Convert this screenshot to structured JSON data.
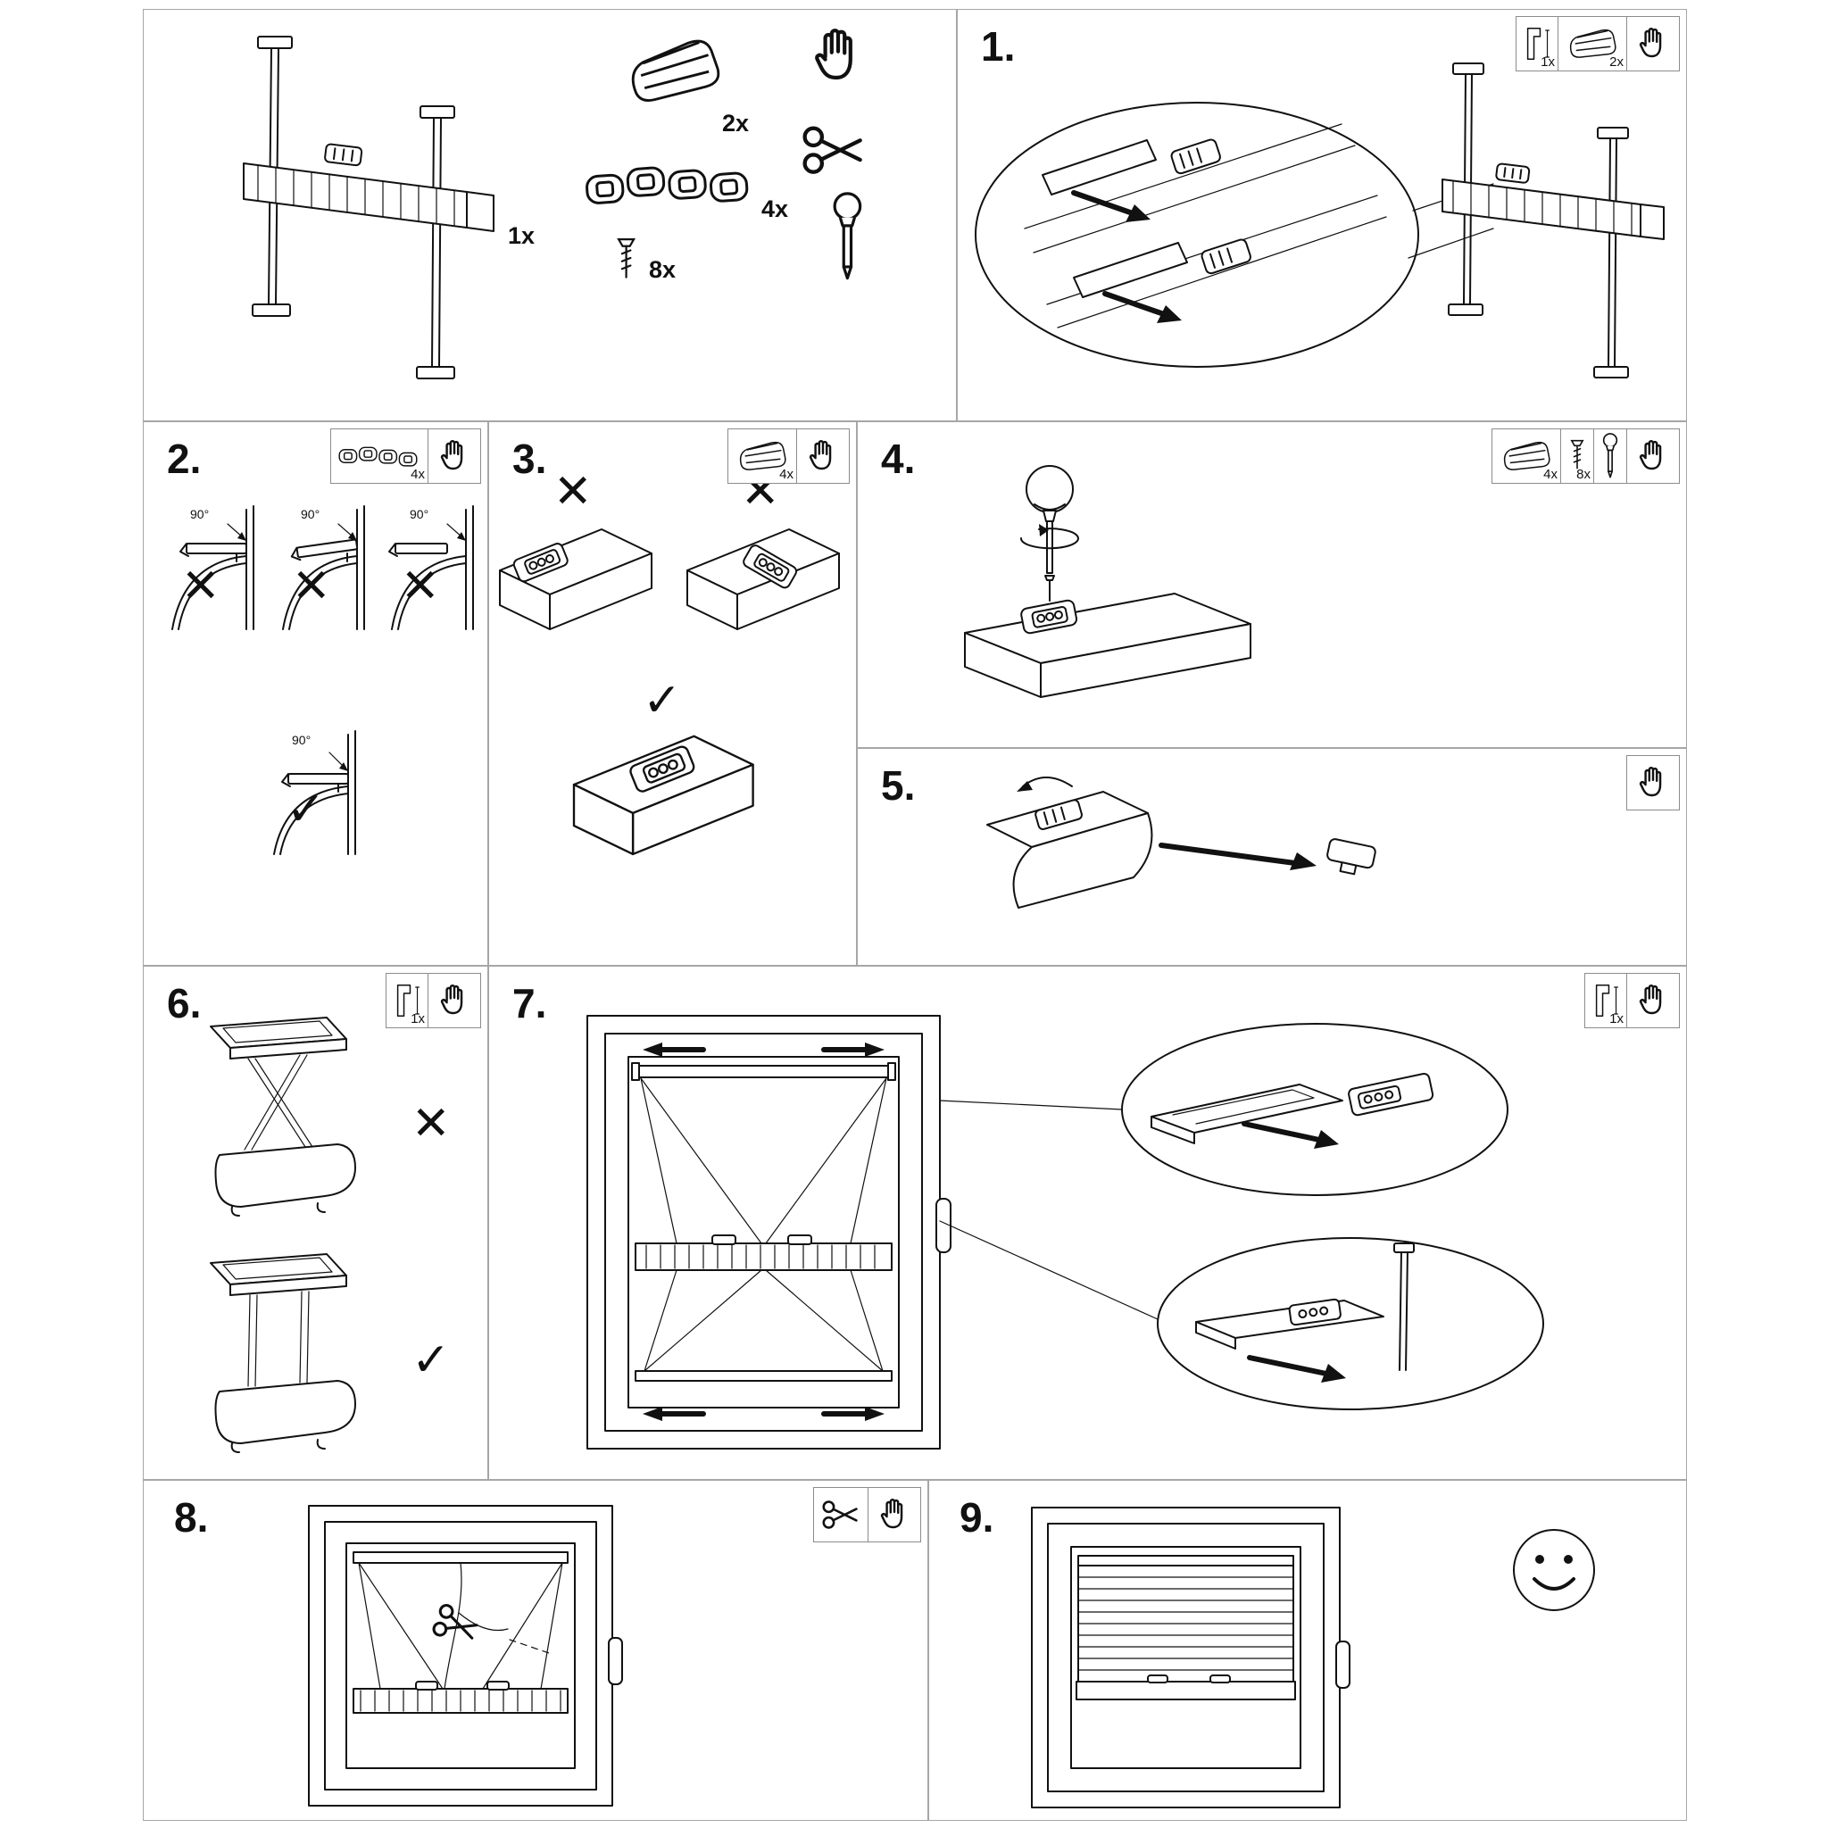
{
  "symbols": {
    "cross": "✕",
    "check": "✓",
    "angle": "90°"
  },
  "overview": {
    "items": [
      {
        "name": "blind-unit",
        "qty": "1x"
      },
      {
        "name": "clamp",
        "qty": "2x"
      },
      {
        "name": "bracket-strip",
        "qty": "4x"
      },
      {
        "name": "screw",
        "qty": "8x"
      }
    ],
    "tools": [
      {
        "name": "hand"
      },
      {
        "name": "scissors"
      },
      {
        "name": "screwdriver"
      }
    ]
  },
  "steps": [
    {
      "number": "1.",
      "parts": [
        {
          "icon": "bracket",
          "qty": "1x"
        },
        {
          "icon": "clamp",
          "qty": "2x"
        },
        {
          "icon": "hand"
        }
      ]
    },
    {
      "number": "2.",
      "parts": [
        {
          "icon": "bracket-strip",
          "qty": "4x"
        },
        {
          "icon": "hand"
        }
      ],
      "marks": [
        "✕",
        "✕",
        "✕",
        "✓"
      ]
    },
    {
      "number": "3.",
      "parts": [
        {
          "icon": "clamp",
          "qty": "4x"
        },
        {
          "icon": "hand"
        }
      ],
      "marks": [
        "✕",
        "✕",
        "✓"
      ]
    },
    {
      "number": "4.",
      "parts": [
        {
          "icon": "clamp",
          "qty": "4x"
        },
        {
          "icon": "screw",
          "qty": "8x"
        },
        {
          "icon": "screwdriver"
        },
        {
          "icon": "hand"
        }
      ]
    },
    {
      "number": "5.",
      "parts": [
        {
          "icon": "hand"
        }
      ]
    },
    {
      "number": "6.",
      "parts": [
        {
          "icon": "bracket",
          "qty": "1x"
        },
        {
          "icon": "hand"
        }
      ],
      "marks": [
        "✕",
        "✓"
      ]
    },
    {
      "number": "7.",
      "parts": [
        {
          "icon": "bracket",
          "qty": "1x"
        },
        {
          "icon": "hand"
        }
      ]
    },
    {
      "number": "8.",
      "parts": [
        {
          "icon": "scissors"
        },
        {
          "icon": "hand"
        }
      ]
    },
    {
      "number": "9.",
      "parts": [],
      "result": "smiley-face"
    }
  ]
}
